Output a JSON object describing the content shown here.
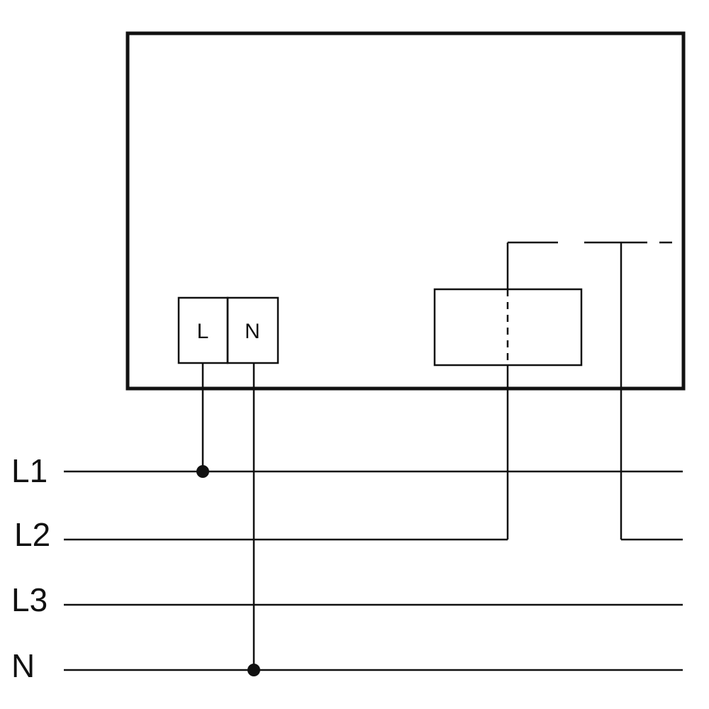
{
  "device": {
    "terminals": [
      {
        "label": "L"
      },
      {
        "label": "N"
      }
    ]
  },
  "bus": [
    {
      "label": "L1"
    },
    {
      "label": "L2"
    },
    {
      "label": "L3"
    },
    {
      "label": "N"
    }
  ],
  "colors": {
    "line": "#111111",
    "background": "#ffffff"
  }
}
